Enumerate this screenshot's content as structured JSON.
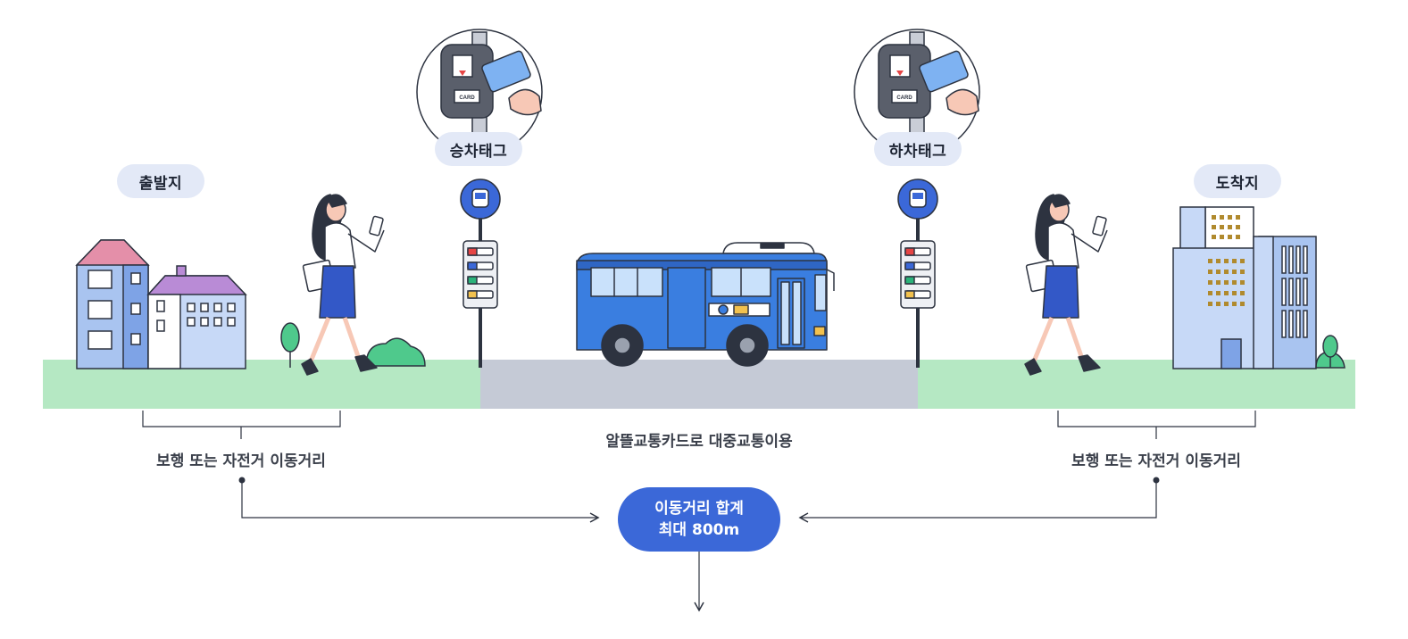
{
  "labels": {
    "departure": "출발지",
    "arrival": "도착지",
    "board_tag": "승차태그",
    "alight_tag": "하차태그"
  },
  "captions": {
    "walk_bike_left": "보행 또는 자전거 이동거리",
    "walk_bike_right": "보행 또는 자전거 이동거리",
    "transit": "알뜰교통카드로 대중교통이용"
  },
  "total": {
    "line1": "이동거리 합계",
    "line2": "최대 800m"
  },
  "card_text": "CARD",
  "colors": {
    "ground_green": "#b5e8c3",
    "road_gray": "#c5cad6",
    "bus_blue": "#3a7ee0",
    "accent_blue": "#3b68d8",
    "pill_bg": "#e3e9f7",
    "building_blue": "#a9c4f0",
    "roof_pink": "#e48fa9",
    "roof_purple": "#b98bd6"
  },
  "icons": [
    "bus-stop-icon",
    "card-reader-icon",
    "smartphone-icon",
    "tree-icon",
    "arrow-icon"
  ]
}
